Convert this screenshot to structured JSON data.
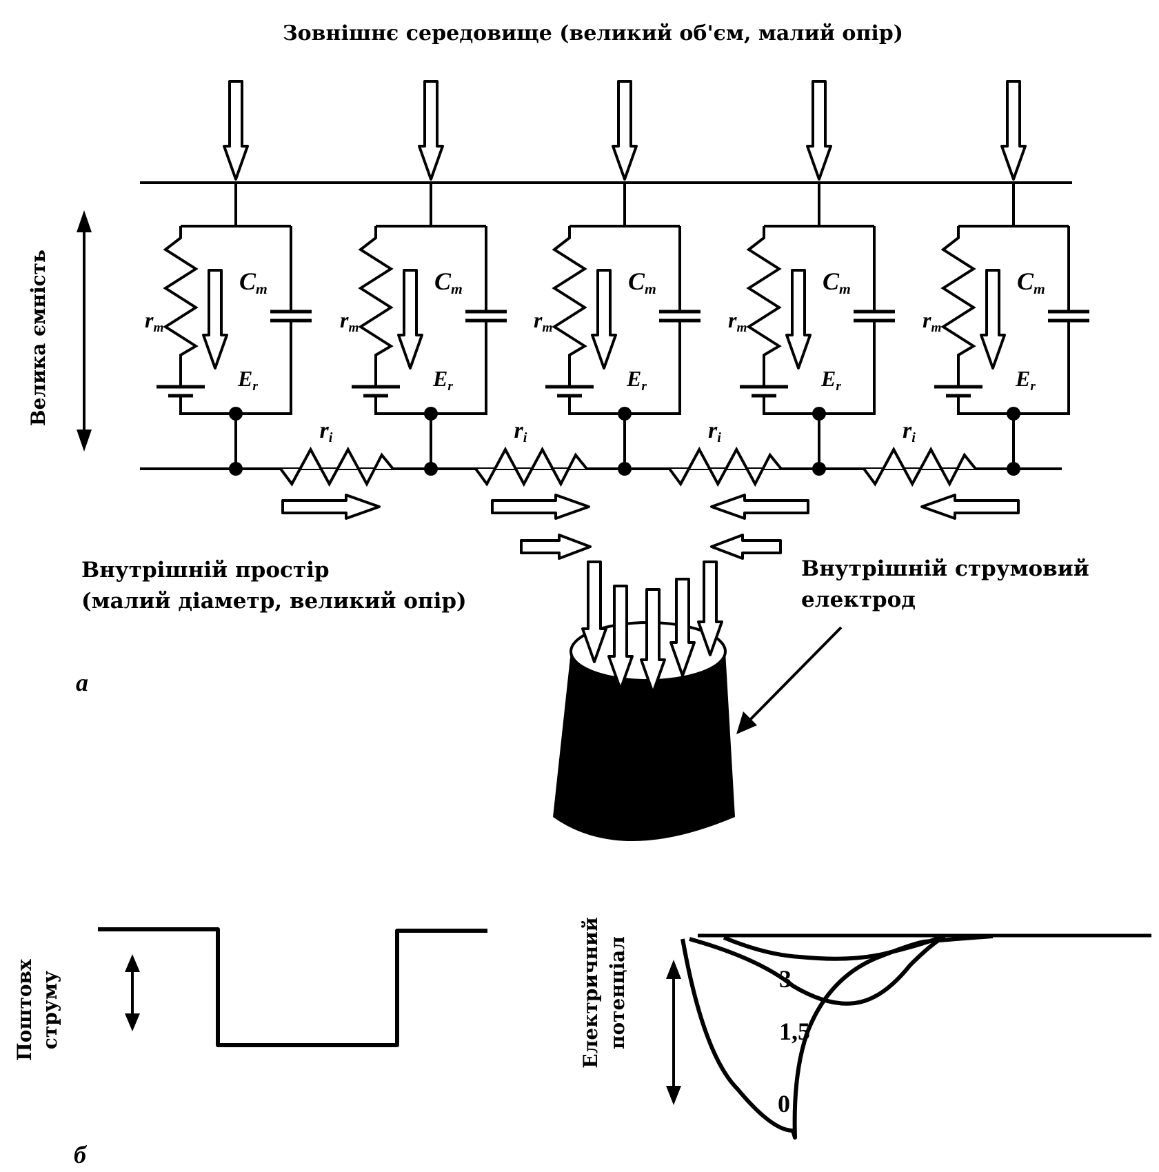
{
  "title": "Зовнішнє середовище (великий об'єм, малий опір)",
  "side_label_top": "Велика ємність",
  "units": [
    {
      "rm": "r",
      "rm_sub": "m",
      "cm": "C",
      "cm_sub": "m",
      "er": "E",
      "er_sub": "r"
    },
    {
      "rm": "r",
      "rm_sub": "m",
      "cm": "C",
      "cm_sub": "m",
      "er": "E",
      "er_sub": "r"
    },
    {
      "rm": "r",
      "rm_sub": "m",
      "cm": "C",
      "cm_sub": "m",
      "er": "E",
      "er_sub": "r"
    },
    {
      "rm": "r",
      "rm_sub": "m",
      "cm": "C",
      "cm_sub": "m",
      "er": "E",
      "er_sub": "r"
    },
    {
      "rm": "r",
      "rm_sub": "m",
      "cm": "C",
      "cm_sub": "m",
      "er": "E",
      "er_sub": "r"
    }
  ],
  "internal_resistor": {
    "label": "r",
    "sub": "i"
  },
  "inner_space_label": [
    "Внутрішній простір",
    "(малий діаметр, великий опір)"
  ],
  "electrode_label": [
    "Внутрішній струмовий",
    "електрод"
  ],
  "panel_a": "а",
  "panel_b": "б",
  "pulse_label": [
    "Поштовх",
    "струму"
  ],
  "potential_label": [
    "Електричний",
    "потенціал"
  ],
  "curve_labels": [
    "3",
    "1,5",
    "0"
  ],
  "colors": {
    "ink": "#000000",
    "background": "#ffffff"
  }
}
